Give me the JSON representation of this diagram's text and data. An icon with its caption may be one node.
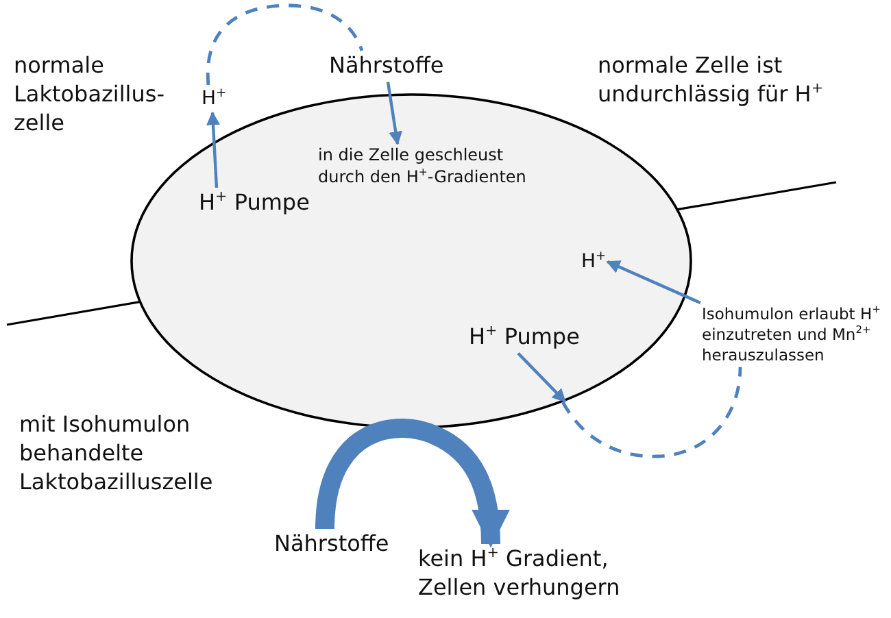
{
  "diagram": {
    "nodes": [
      {
        "text": [],
        "shape": "ellipse"
      },
      {
        "text": [
          "Nährstoffe"
        ]
      },
      {
        "text": [
          "in die Zelle geschleust durch den H$^{+}$-Gradienten"
        ],
        "in": 0
      },
      {
        "text": [
          "H$^{+}$"
        ]
      },
      {
        "text": [
          "H$^{+}$ Pumpe"
        ],
        "in": 0
      },
      {
        "text": [
          "H$^{+}$"
        ],
        "in": 0
      },
      {
        "text": [
          "Isohumulon erlaubt H$^{+}$ einzutreten und Mn$^{2+}$ herauszulassen"
        ]
      },
      {
        "text": [
          "H$^{+}$ Pumpe"
        ],
        "in": 0
      },
      {
        "text": [
          "Nährstoffe"
        ]
      },
      {
        "text": [
          "kein H$^{+}$ Gradient, Zellen verhungern"
        ]
      }
    ],
    "edges": [
      {
        "from": 1,
        "to": 2,
        "arrow": "to"
      },
      {
        "from": 4,
        "to": 3,
        "arrow": "to"
      },
      {
        "from": 3,
        "to": 1,
        "arrow": "none",
        "style": "dashed"
      },
      {
        "from": 6,
        "to": 5,
        "arrow": "to"
      },
      {
        "from": 7,
        "to": 0,
        "arrow": "to"
      },
      {
        "from": 0,
        "to": 6,
        "arrow": "none",
        "style": "dashed"
      },
      {
        "from": 8,
        "to": 9,
        "arrow": "to",
        "style": "thick"
      }
    ],
    "labels": [
      "normale Laktobazillus- zelle",
      "normale Zelle ist undurchlässig für H$^{+}$",
      "mit Isohumulon behandelte Laktobazilluszelle"
    ]
  }
}
